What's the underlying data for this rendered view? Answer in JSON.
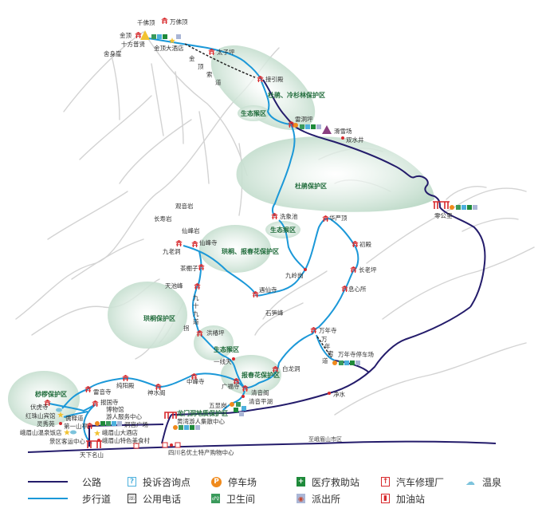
{
  "colors": {
    "road": "#241c6b",
    "trail": "#1b98d8",
    "zone": "#cfe4d8",
    "temple": "#d8282b",
    "zone_text": "#1f6b3a"
  },
  "labels": {
    "qianfoding": "千佛顶",
    "wanfoding": "万佛顶",
    "jinding": "金顶",
    "shifangpuxian": "十方普贤",
    "jinding_hotel": "金顶大酒店",
    "sheshenya": "舍身崖",
    "taiziping": "太子坪",
    "jinding_cable": [
      "金",
      "顶",
      "索",
      "道"
    ],
    "jieyindian": "接引殿",
    "leidongping": "雷洞坪",
    "huaxuechang": "滑雪场",
    "shuangshuijing": "双水井",
    "linggongli": "零公里",
    "xixiangchi": "洗象池",
    "huayanding": "华严顶",
    "chudian": "初殿",
    "changlaoping": "长老坪",
    "xixinsuo": "息心所",
    "jiulinggang": "九岭岗",
    "yuxiansi": "遇仙寺",
    "guanyinyan": "观音岩",
    "changshouyan": "长寿岩",
    "xianfengyan": "仙峰岩",
    "jiulaodong": "九老洞",
    "xianfengsi": "仙峰寺",
    "chapengzi": "茶棚子",
    "tianchifeng": "天池峰",
    "jiushijiudaoguai": [
      "九",
      "十",
      "九",
      "道",
      "拐"
    ],
    "hongchunping": "洪椿坪",
    "yixiantian": "一线天",
    "bailongdong": "白龙洞",
    "shisunfeng": "石笋峰",
    "wanniansi": "万年寺",
    "wannian_cable": [
      "万",
      "年",
      "索",
      "道"
    ],
    "wannian_parking": "万年寺停车场",
    "zhongfengsi": "中峰寺",
    "guangfusi": "广福寺",
    "qingyinge": "清音阁",
    "qingyinpinghu": "清音平湖",
    "wuxiangang": "五显岗",
    "jingshui": "净水",
    "chunyangdian": "纯阳殿",
    "shenshuige": "神水阁",
    "leiyinsi": "雷音寺",
    "fuhusi": "伏虎寺",
    "baoguosi": "报国寺",
    "museum": "博物馆",
    "visitor_center": "游人服务中心",
    "plaza": "洞宫广场",
    "huangwan_center": "黄湾游人集散中心",
    "hongzhushan_hotel": "红珠山宾馆",
    "lingxiuyuan": "灵秀苑",
    "rushidao": "儒释道",
    "diyishanting": "第一山亭",
    "hotspring_hotel": "峨眉山温泉饭店",
    "bus_center": "景区客运中心",
    "emei_hotel": "峨眉山大酒店",
    "food_village": "峨眉山特色美食村",
    "tianxiamingshan": "天下名山",
    "shopping_center": "四川名优土特产购物中心",
    "to_city": "至峨眉山市区"
  },
  "zones": {
    "dujuan_lengshan": "杜鹃、冷杉林保护区",
    "monkey1": "生态猴区",
    "dujuan": "杜鹃保护区",
    "monkey2": "生态猴区",
    "gongtong_baochunhua": "珙桐、报春花保护区",
    "gongtong": "珙桐保护区",
    "monkey3": "生态猴区",
    "baochunhua": "报春花保护区",
    "suoluo": "桫椤保护区",
    "longmendong": "龙门洞地质保护区"
  },
  "legend": [
    {
      "icon": "road-line",
      "label": "公路"
    },
    {
      "icon": "trail-line",
      "label": "步行道"
    },
    {
      "icon": "complaint-info-icon",
      "symbol": "?",
      "label": "投诉咨询点"
    },
    {
      "icon": "public-phone-icon",
      "symbol": "☏",
      "label": "公用电话"
    },
    {
      "icon": "parking-icon",
      "symbol": "P",
      "label": "停车场"
    },
    {
      "icon": "toilet-icon",
      "symbol": "♂♀",
      "label": "卫生间"
    },
    {
      "icon": "first-aid-icon",
      "symbol": "+",
      "label": "医疗救助站"
    },
    {
      "icon": "police-icon",
      "symbol": "◉",
      "label": "派出所"
    },
    {
      "icon": "car-repair-icon",
      "symbol": "↑",
      "label": "汽车修理厂"
    },
    {
      "icon": "gas-station-icon",
      "symbol": "▮",
      "label": "加油站"
    },
    {
      "icon": "hot-spring-icon",
      "symbol": "☁",
      "label": "温泉"
    }
  ]
}
